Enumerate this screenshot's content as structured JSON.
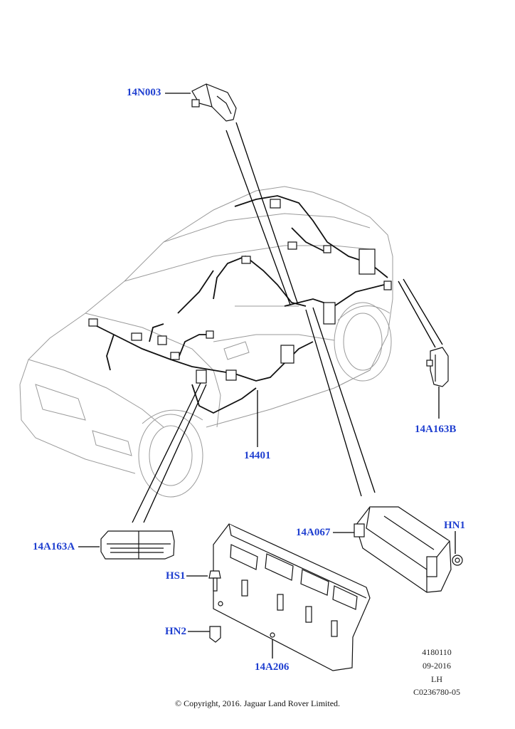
{
  "callouts": {
    "n003": "14N003",
    "a163b": "14A163B",
    "c14401": "14401",
    "a163a": "14A163A",
    "a067": "14A067",
    "hn1": "HN1",
    "hs1": "HS1",
    "hn2": "HN2",
    "a206": "14A206"
  },
  "metadata": {
    "ref": "4180110",
    "date": "09-2016",
    "side": "LH",
    "code": "C0236780-05"
  },
  "copyright": "© Copyright, 2016. Jaguar Land Rover Limited.",
  "colors": {
    "callout": "#1f3fd0",
    "line": "#000000"
  }
}
